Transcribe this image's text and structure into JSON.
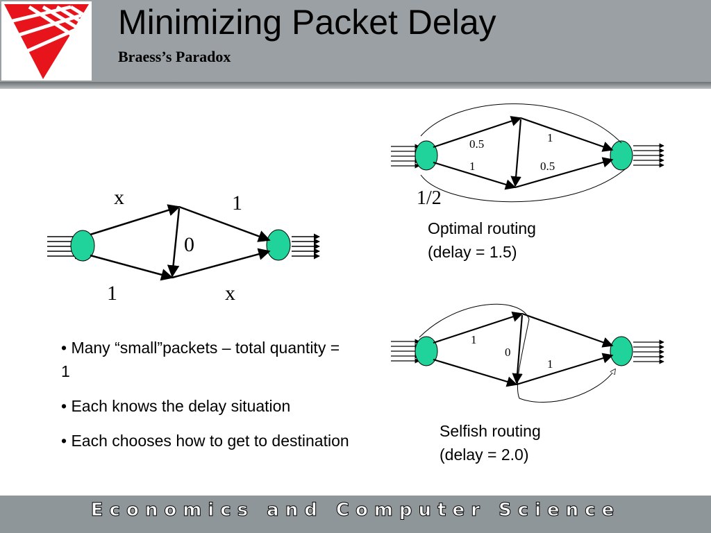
{
  "header": {
    "title": "Minimizing Packet Delay",
    "subtitle": "Braess’s Paradox"
  },
  "colors": {
    "header_bg": "#9aa0a3",
    "node_fill": "#1fd39a",
    "logo_red": "#e8141c",
    "footer_bg": "#8f9699"
  },
  "diagram_main": {
    "labels": {
      "top_left": "x",
      "top_right": "1",
      "middle": "0",
      "bottom_left": "1",
      "bottom_right": "x"
    }
  },
  "diagram_optimal": {
    "labels": {
      "top_left": "0.5",
      "top_right": "1",
      "bottom_left": "1",
      "bottom_right": "0.5",
      "flow": "1/2"
    },
    "caption_line1": "Optimal routing",
    "caption_line2": "(delay = 1.5)"
  },
  "diagram_selfish": {
    "labels": {
      "top_left": "1",
      "middle": "0",
      "bottom_right": "1"
    },
    "caption_line1": "Selfish routing",
    "caption_line2": "(delay = 2.0)"
  },
  "bullets": [
    "• Many “small”packets – total quantity = 1",
    "• Each knows the delay situation",
    "• Each chooses how to get to destination"
  ],
  "footer": {
    "text": "Economics and Computer Science"
  }
}
